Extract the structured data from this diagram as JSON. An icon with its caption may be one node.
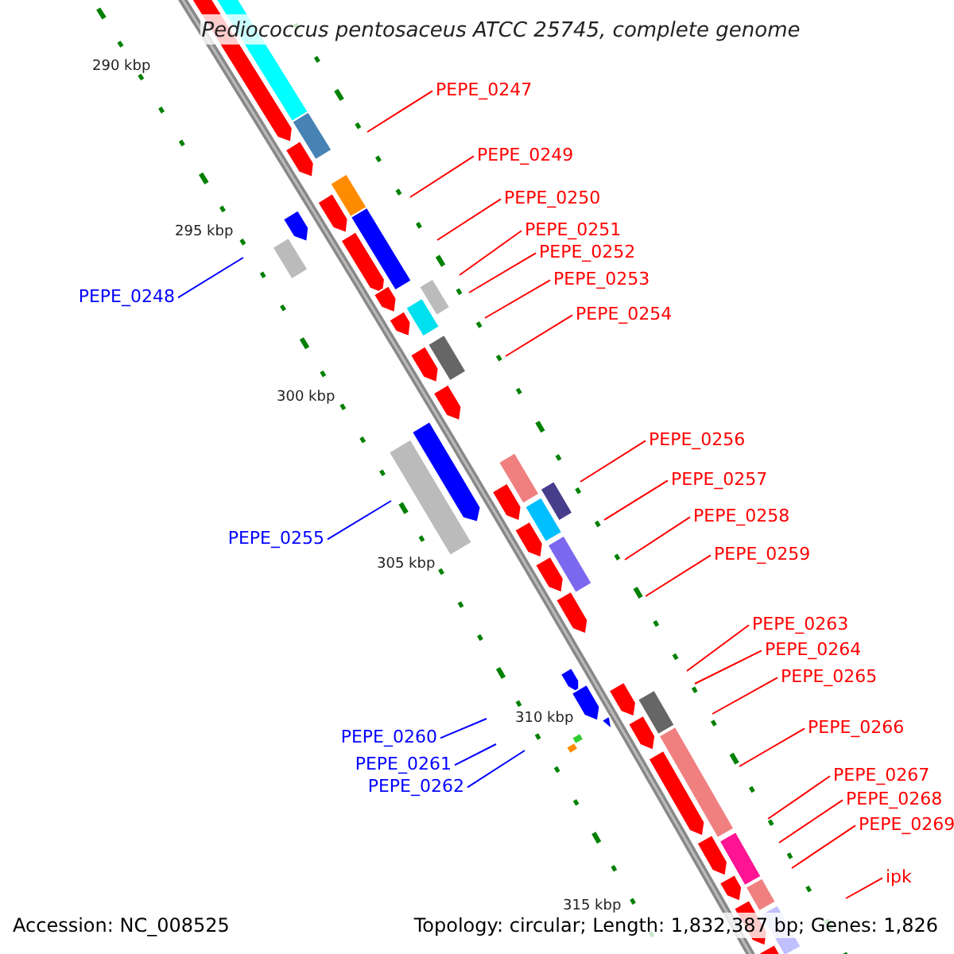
{
  "diagram": {
    "title": "Pediococcus pentosaceus ATCC 25745, complete genome",
    "nodes": [
      {
        "text": [
          "PEPE_0247"
        ]
      },
      {
        "text": [
          "PEPE_0249"
        ]
      },
      {
        "text": [
          "PEPE_0250"
        ]
      },
      {
        "text": [
          "PEPE_0251"
        ]
      },
      {
        "text": [
          "PEPE_0252"
        ]
      },
      {
        "text": [
          "PEPE_0253"
        ]
      },
      {
        "text": [
          "PEPE_0248"
        ]
      },
      {
        "text": [
          "PEPE_0254"
        ]
      },
      {
        "text": [
          "PEPE_0256"
        ]
      },
      {
        "text": [
          "PEPE_0257"
        ]
      },
      {
        "text": [
          "PEPE_0258"
        ]
      },
      {
        "text": [
          "PEPE_0255"
        ]
      },
      {
        "text": [
          "PEPE_0259"
        ]
      },
      {
        "text": [
          "PEPE_0263"
        ]
      },
      {
        "text": [
          "PEPE_0264"
        ]
      },
      {
        "text": [
          "PEPE_0265"
        ]
      },
      {
        "text": [
          "PEPE_0266"
        ]
      },
      {
        "text": [
          "PEPE_0260"
        ]
      },
      {
        "text": [
          "PEPE_0261"
        ]
      },
      {
        "text": [
          "PEPE_0267"
        ]
      },
      {
        "text": [
          "PEPE_0262"
        ]
      },
      {
        "text": [
          "PEPE_0268"
        ]
      },
      {
        "text": [
          "PEPE_0269"
        ]
      },
      {
        "text": [
          "ipk"
        ]
      }
    ],
    "edges": [
      {
        "from": 0,
        "to": null,
        "arrow": "none"
      },
      {
        "from": 1,
        "to": null,
        "arrow": "none"
      },
      {
        "from": 2,
        "to": null,
        "arrow": "none"
      },
      {
        "from": 3,
        "to": null,
        "arrow": "none"
      },
      {
        "from": 4,
        "to": null,
        "arrow": "none"
      },
      {
        "from": 5,
        "to": null,
        "arrow": "none"
      },
      {
        "from": 6,
        "to": null,
        "arrow": "none",
        "color": "#0000ff"
      },
      {
        "from": 7,
        "to": null,
        "arrow": "none"
      },
      {
        "from": 8,
        "to": null,
        "arrow": "none"
      },
      {
        "from": 9,
        "to": null,
        "arrow": "none"
      },
      {
        "from": 10,
        "to": null,
        "arrow": "none"
      },
      {
        "from": 11,
        "to": null,
        "arrow": "none",
        "color": "#0000ff"
      },
      {
        "from": 12,
        "to": null,
        "arrow": "none"
      },
      {
        "from": 13,
        "to": null,
        "arrow": "none"
      },
      {
        "from": 14,
        "to": null,
        "arrow": "none"
      },
      {
        "from": 15,
        "to": null,
        "arrow": "none"
      },
      {
        "from": 16,
        "to": null,
        "arrow": "none"
      },
      {
        "from": 17,
        "to": null,
        "arrow": "none",
        "color": "#0000ff"
      },
      {
        "from": 18,
        "to": null,
        "arrow": "none",
        "color": "#0000ff"
      },
      {
        "from": 19,
        "to": null,
        "arrow": "none"
      },
      {
        "from": 20,
        "to": null,
        "arrow": "none",
        "color": "#0000ff"
      },
      {
        "from": 21,
        "to": null,
        "arrow": "none"
      },
      {
        "from": 22,
        "to": null,
        "arrow": "none"
      },
      {
        "from": 23,
        "to": null,
        "arrow": "none"
      }
    ],
    "labels": [
      "290 kbp",
      "295 kbp",
      "300 kbp",
      "305 kbp",
      "310 kbp",
      "315 kbp",
      "Accession: NC_008525",
      "Topology: circular; Length: 1,832,387 bp; Genes: 1,826"
    ]
  }
}
